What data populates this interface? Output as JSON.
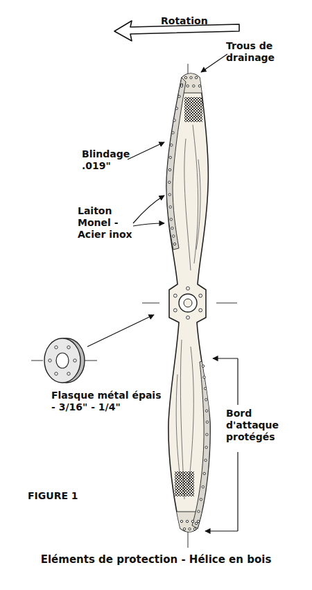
{
  "diagram": {
    "caption": "Eléments de protection - Hélice en bois",
    "labels": [
      "Rotation",
      "Trous de drainage",
      "Blindage .019\"",
      "Laiton Monel - Acier inox",
      "Flasque métal épais - 3/16\" - 1/4\"",
      "Bord d'attaque protégés",
      "FIGURE 1"
    ]
  }
}
